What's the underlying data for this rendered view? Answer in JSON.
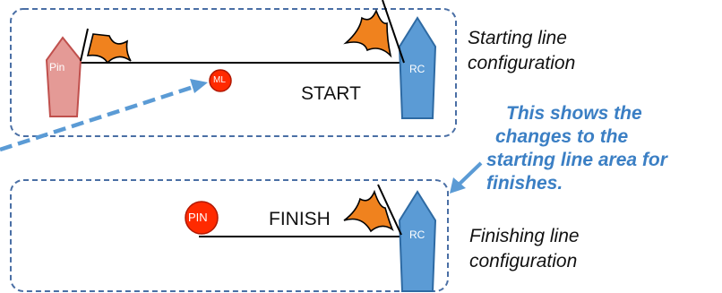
{
  "start_area": {
    "pin_label": "Pin",
    "rc_label": "RC",
    "ml_label": "ML",
    "line_label": "START",
    "caption_line1": "Starting line",
    "caption_line2": "configuration"
  },
  "finish_area": {
    "pin_label": "PIN",
    "rc_label": "RC",
    "line_label": "FINISH",
    "caption_line1": "Finishing line",
    "caption_line2": "configuration"
  },
  "note": {
    "line1": "This shows the",
    "line2": "changes to the",
    "line3": "starting line area for",
    "line4": "finishes."
  },
  "colors": {
    "box_border": "#4a6fa5",
    "pin_fill": "#e49a96",
    "pin_stroke": "#c0504d",
    "rc_fill": "#5b9bd5",
    "rc_stroke": "#2e6aa3",
    "flag_fill": "#f0821e",
    "mark_fill": "#ff2a00",
    "arrow": "#5b9bd5",
    "note_text": "#3b7fc4"
  }
}
